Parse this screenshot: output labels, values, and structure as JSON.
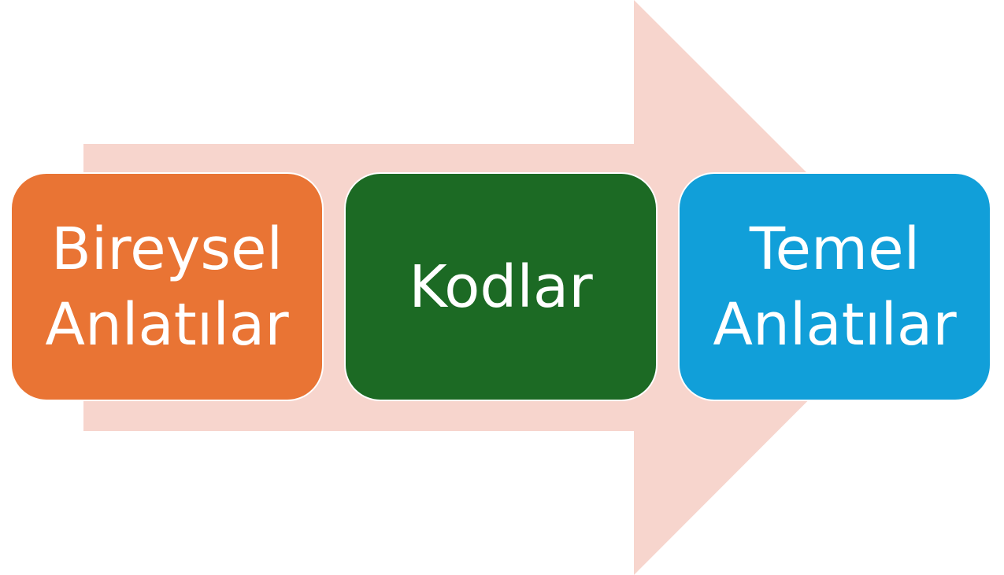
{
  "colors": {
    "arrow": "#f7d5cd",
    "step_1": "#e97434",
    "step_2": "#1c6a24",
    "step_3": "#119fd9",
    "text": "#ffffff"
  },
  "steps": [
    {
      "line1": "Bireysel",
      "line2": "Anlatılar"
    },
    {
      "line1": "Kodlar",
      "line2": ""
    },
    {
      "line1": "Temel",
      "line2": "Anlatılar"
    }
  ]
}
